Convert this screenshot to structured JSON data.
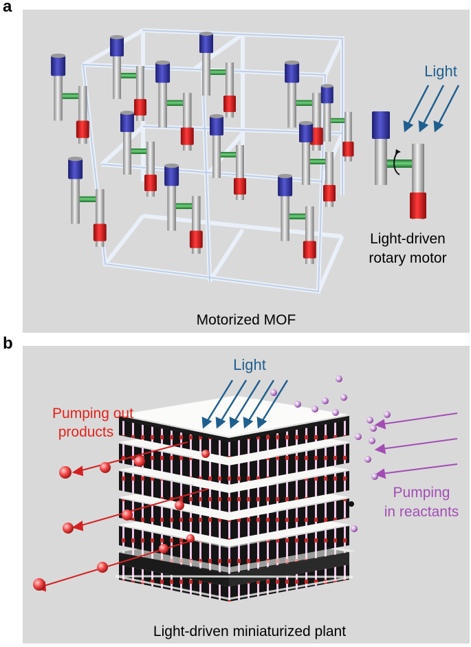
{
  "panel_a": {
    "letter": "a",
    "title": "Motorized MOF",
    "light_label": "Light",
    "motor_label_line1": "Light-driven",
    "motor_label_line2": "rotary motor"
  },
  "panel_b": {
    "letter": "b",
    "title": "Light-driven miniaturized plant",
    "light_label": "Light",
    "products_line1": "Pumping out",
    "products_line2": "products",
    "reactants_line1": "Pumping",
    "reactants_line2": "in reactants"
  },
  "colors": {
    "panel_bg": "#d9d9d9",
    "light_blue": "#1f5f8f",
    "product_red": "#e2231a",
    "reactant_purple": "#a34db4",
    "rotor_blue": "#2d2f9a",
    "stator_red": "#d41c1c",
    "axle_green": "#2e9e3e"
  }
}
